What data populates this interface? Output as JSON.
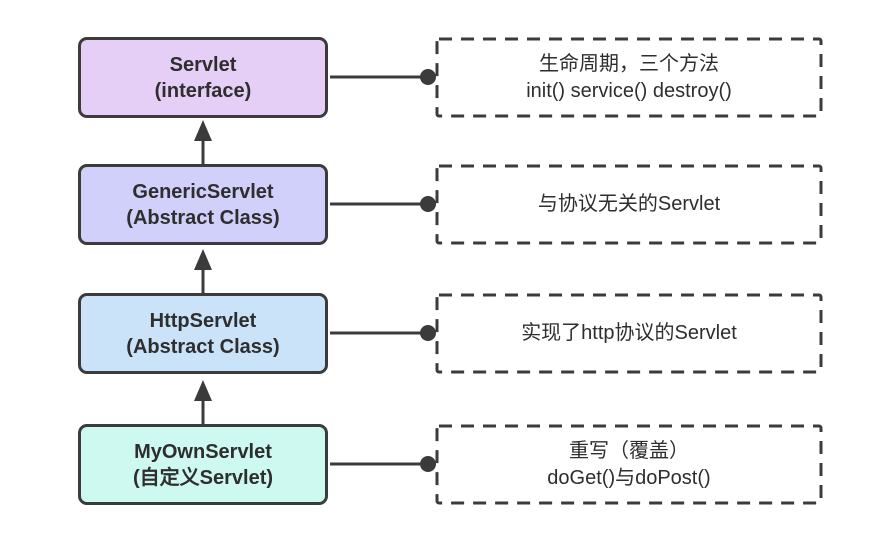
{
  "diagram": {
    "rows": [
      {
        "name": "Servlet",
        "kind": "(interface)",
        "color": "#e5cff7",
        "desc1": "生命周期，三个方法",
        "desc2": "init() service() destroy()"
      },
      {
        "name": "GenericServlet",
        "kind": "(Abstract Class)",
        "color": "#d1d0fa",
        "desc1": "与协议无关的Servlet",
        "desc2": ""
      },
      {
        "name": "HttpServlet",
        "kind": "(Abstract Class)",
        "color": "#cbe3f9",
        "desc1": "实现了http协议的Servlet",
        "desc2": ""
      },
      {
        "name": "MyOwnServlet",
        "kind": "(自定义Servlet)",
        "color": "#cdf9f1",
        "desc1": "重写（覆盖）",
        "desc2": "doGet()与doPost()"
      }
    ],
    "colors": {
      "border": "#3b3b3b",
      "text": "#2e2e2e",
      "background": "#ffffff"
    }
  }
}
